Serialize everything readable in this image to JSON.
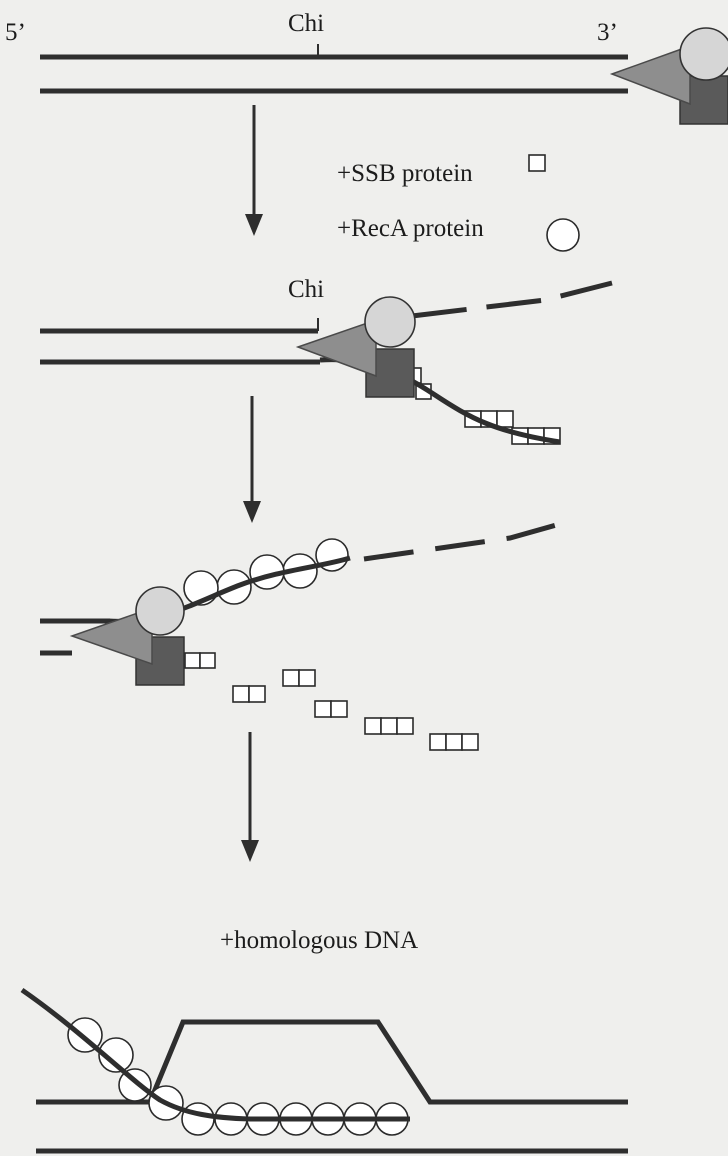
{
  "labels": {
    "five_prime": "5’",
    "three_prime": "3’",
    "chi_1": "Chi",
    "chi_2": "Chi",
    "ssb": "+SSB protein",
    "reca": "+RecA protein",
    "homologous": "+homologous DNA"
  },
  "legend": {
    "ssb_icon": "square-icon",
    "reca_icon": "circle-icon"
  },
  "colors": {
    "background": "#efefed",
    "dna": "#2e2e2e",
    "recbcd_triangle": "#8e8e8e",
    "recbcd_square": "#5a5a5a",
    "recbcd_circle": "#d6d6d6"
  }
}
